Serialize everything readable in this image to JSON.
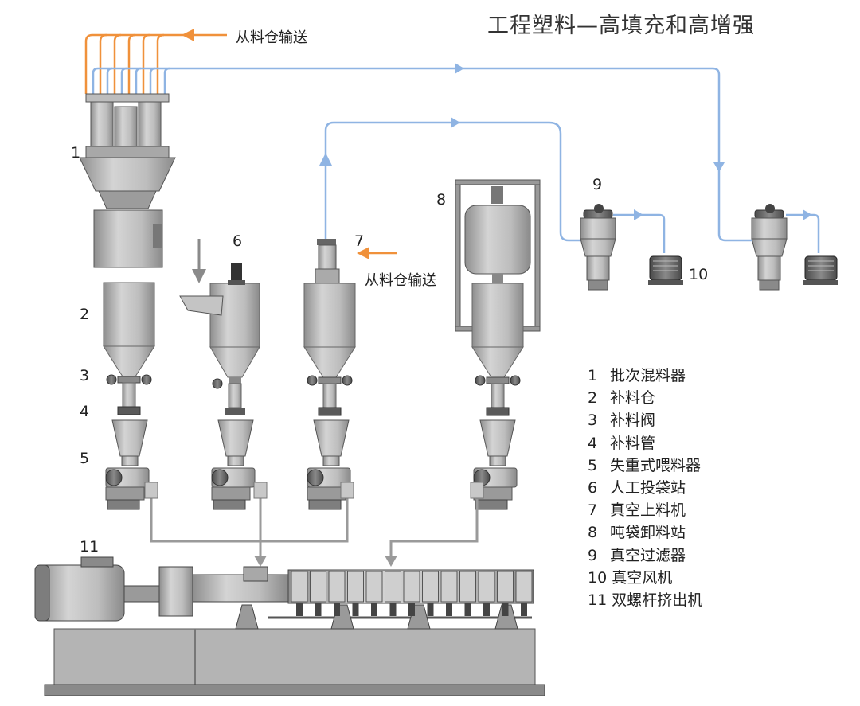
{
  "title": "工程塑料—高填充和高增强",
  "source_label_top": "从料仓输送",
  "source_label_right": "从料仓输送",
  "callouts": [
    "1",
    "2",
    "3",
    "4",
    "5",
    "6",
    "7",
    "8",
    "9",
    "10",
    "11"
  ],
  "legend": [
    {
      "num": "1",
      "text": "批次混料器"
    },
    {
      "num": "2",
      "text": "补料仓"
    },
    {
      "num": "3",
      "text": "补料阀"
    },
    {
      "num": "4",
      "text": "补料管"
    },
    {
      "num": "5",
      "text": "失重式喂料器"
    },
    {
      "num": "6",
      "text": "人工投袋站"
    },
    {
      "num": "7",
      "text": "真空上料机"
    },
    {
      "num": "8",
      "text": "吨袋卸料站"
    },
    {
      "num": "9",
      "text": "真空过滤器"
    },
    {
      "num": "10",
      "text": "真空风机"
    },
    {
      "num": "11",
      "text": "双螺杆挤出机"
    }
  ],
  "colors": {
    "vacuum_line": "#8fb4e3",
    "source_line": "#f0913b",
    "feed_line": "#9a9a9a",
    "machine": "#b8b8b8",
    "machine_dark": "#6f6f6f"
  }
}
